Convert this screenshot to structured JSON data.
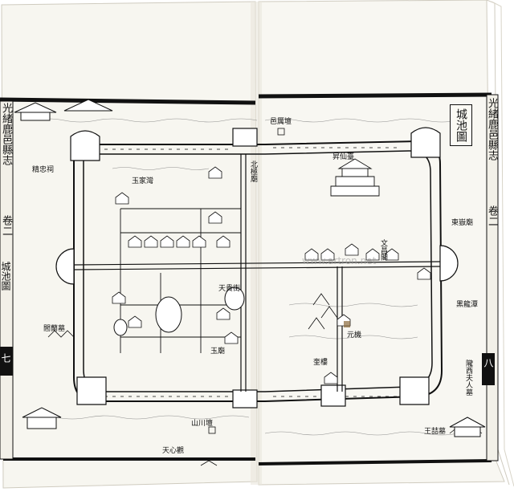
{
  "left_page": {
    "margin_title": "光緒鹿邑縣志",
    "margin_chapter": "卷二",
    "margin_section": "城池圖",
    "margin_page": "七"
  },
  "right_page": {
    "margin_title": "光緒鹿邑縣志",
    "margin_chapter": "卷二",
    "margin_page": "八"
  },
  "map": {
    "title": "城池圖",
    "labels_horizontal": [
      {
        "id": "yili-tan",
        "text": "邑厲壇"
      },
      {
        "id": "shengxian-tai",
        "text": "昇仙臺"
      },
      {
        "id": "dongyue-miao",
        "text": "東嶽廟"
      },
      {
        "id": "heilong-tan",
        "text": "黑龍潭"
      },
      {
        "id": "wangjie-mu",
        "text": "王喆墓"
      },
      {
        "id": "shanchuan-tan",
        "text": "山川壇"
      },
      {
        "id": "tianxin-guan",
        "text": "天心觀"
      },
      {
        "id": "yujia-wan",
        "text": "玉家灣"
      },
      {
        "id": "jingzhong-ci",
        "text": "精忠祠"
      },
      {
        "id": "guanlan-mu",
        "text": "閻蘭墓"
      },
      {
        "id": "tiangui-jie",
        "text": "天貴街"
      },
      {
        "id": "yu-miao",
        "text": "玉廟"
      },
      {
        "id": "kuixing-lou",
        "text": "奎樓"
      },
      {
        "id": "yuan-ji",
        "text": "元機"
      }
    ],
    "labels_vertical": [
      {
        "id": "longxi-furen-mu",
        "text": "隴西夫人墓"
      },
      {
        "id": "beiji-miao",
        "text": "北極廟"
      },
      {
        "id": "wenchang-ge",
        "text": "文昌閣"
      }
    ]
  },
  "watermark": "www.artron.net"
}
